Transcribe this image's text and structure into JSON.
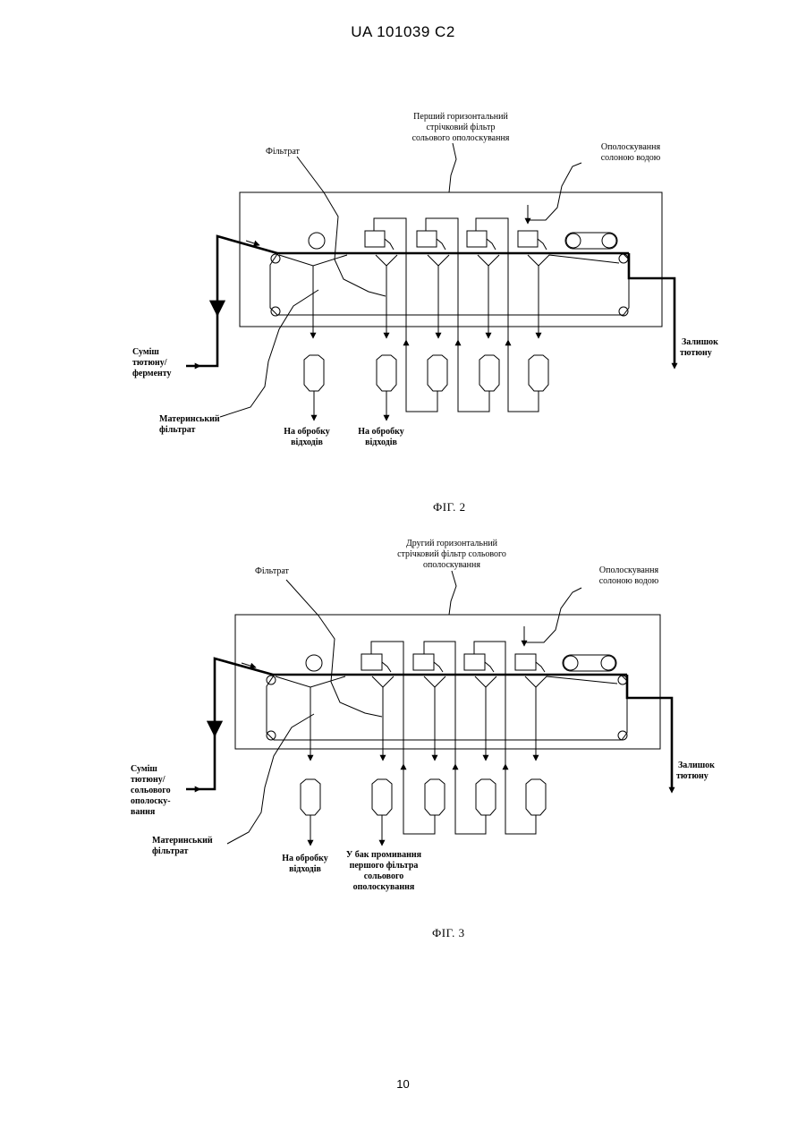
{
  "header": {
    "doc_id": "UA   101039   C2"
  },
  "figure2": {
    "title_lines": [
      "Перший горизонтальний",
      "стрічковий фільтр",
      "сольового ополоскування"
    ],
    "filtrate": "Фільтрат",
    "rinse_lines": [
      "Ополоскування",
      "солоною водою"
    ],
    "mixture_lines": [
      "Суміш",
      "тютюну/",
      "ферменту"
    ],
    "mother_lines": [
      "Материнський",
      "фільтрат"
    ],
    "waste1_lines": [
      "На обробку",
      "відходів"
    ],
    "waste2_lines": [
      "На обробку",
      "відходів"
    ],
    "residue_lines": [
      "Залишок",
      "тютюну"
    ],
    "caption": "ФІГ. 2"
  },
  "figure3": {
    "title_lines": [
      "Другий горизонтальний",
      "стрічковий фільтр сольового",
      "ополоскування"
    ],
    "filtrate": "Фільтрат",
    "rinse_lines": [
      "Ополоскування",
      "солоною водою"
    ],
    "mixture_lines": [
      "Суміш",
      "тютюну/",
      "сольового",
      "ополоску-",
      "вання"
    ],
    "mother_lines": [
      "Материнський",
      "фільтрат"
    ],
    "waste1_lines": [
      "На обробку",
      "відходів"
    ],
    "tank_lines": [
      "У бак промивання",
      "першого фільтра",
      "сольового",
      "ополоскування"
    ],
    "residue_lines": [
      "Залишок",
      "тютюну"
    ],
    "caption": "ФІГ. 3"
  },
  "page_number": "10"
}
